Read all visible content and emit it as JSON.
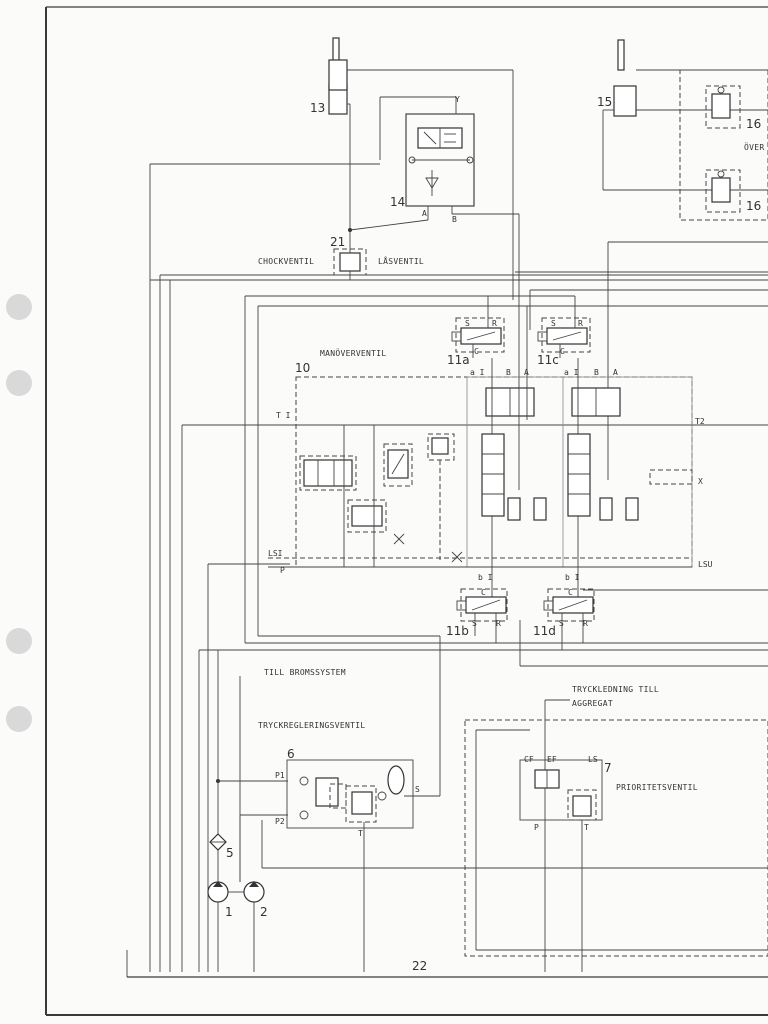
{
  "labels": {
    "chockventil": "CHOCKVENTIL",
    "lasventil": "LÅSVENTIL",
    "manoverventil": "MANÖVERVENTIL",
    "till_bromssystem": "TILL BROMSSYSTEM",
    "tryckregleringsventil": "TRYCKREGLERINGSVENTIL",
    "tryckledning_1": "TRYCKLEDNING TILL",
    "tryckledning_2": "AGGREGAT",
    "prioritetsventil": "PRIORITETSVENTIL",
    "over": "ÖVER"
  },
  "numbers": {
    "n13": "13",
    "n14": "14",
    "n15": "15",
    "n16a": "16",
    "n16b": "16",
    "n21": "21",
    "n10": "10",
    "n11a": "11a",
    "n11c": "11c",
    "n11b": "11b",
    "n11d": "11d",
    "n6": "6",
    "n7": "7",
    "n5": "5",
    "n1": "1",
    "n2": "2",
    "n22": "22"
  },
  "ports": {
    "y": "Y",
    "a14": "A",
    "b14": "B",
    "s11a": "S",
    "r11a": "R",
    "c11a": "C",
    "s11c": "S",
    "r11c": "R",
    "c11c": "C",
    "a1": "a I",
    "b_top1": "B",
    "a_top1": "A",
    "a1b": "a I",
    "b_top2": "B",
    "a_top2": "A",
    "t1": "T I",
    "t2": "T2",
    "x": "X",
    "lsi": "LSI",
    "p": "P",
    "lsu": "LSU",
    "b1": "b I",
    "b2": "b I",
    "c11b": "C",
    "s11b": "S",
    "r11b": "R",
    "c11d": "C",
    "s11d": "S",
    "r11d": "R",
    "p1": "P1",
    "p2": "P2",
    "s6": "S",
    "t6": "T",
    "cf": "CF",
    "ef": "EF",
    "ls": "LS",
    "p7": "P",
    "t7": "T"
  }
}
